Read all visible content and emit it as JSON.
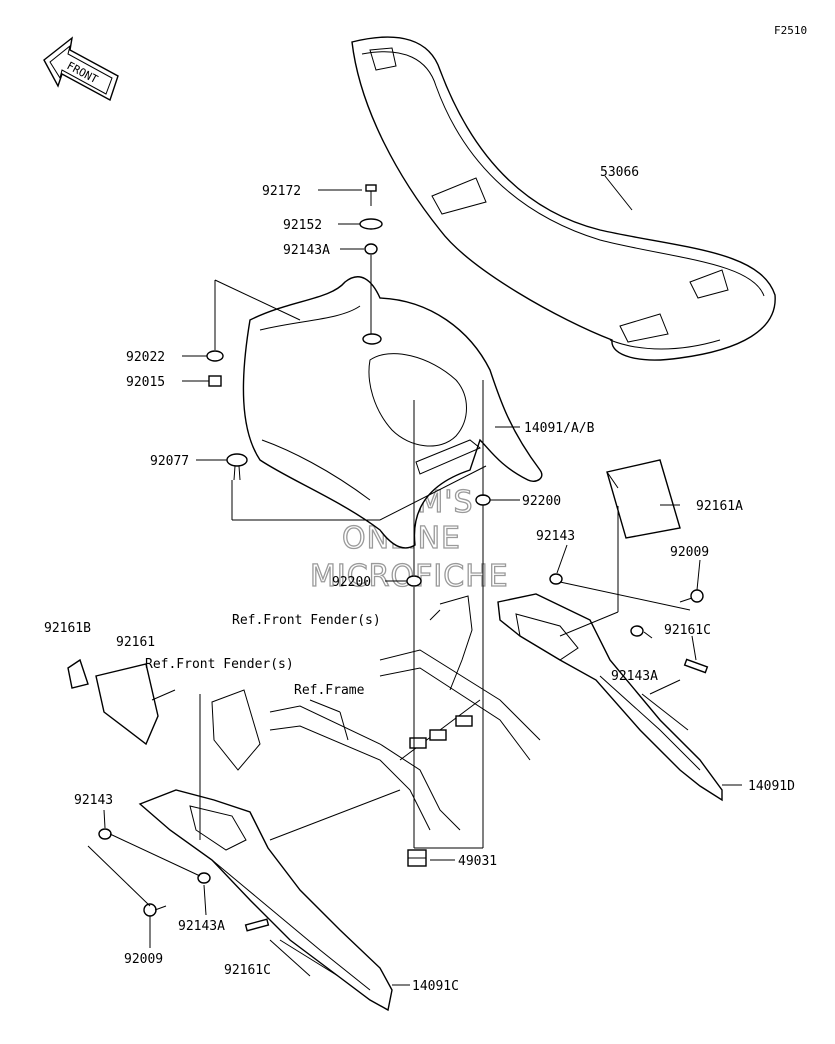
{
  "diagram_code": "F2510",
  "orientation_label": "FRONT",
  "watermark": [
    "HLSM'S",
    "ONLINE",
    "MICROFICHE"
  ],
  "parts": {
    "seat": "53066",
    "bolt_top": "92172",
    "washer_top": "92152",
    "collar_top": "92143A",
    "washer_left": "92022",
    "nut_left": "92015",
    "rear_fender": "14091/A/B",
    "rivet": "92077",
    "grommet_upper": "92200",
    "pad_right": "92161A",
    "collar_right": "92143",
    "bolt_right": "92009",
    "grommet_lower": "92200",
    "pad_right_small": "92161C",
    "collar_right_lower": "92143A",
    "side_cover_right": "14091D",
    "pad_left_small": "92161B",
    "pad_left": "92161",
    "collar_left": "92143",
    "clip": "49031",
    "collar_left_lower": "92143A",
    "bolt_left": "92009",
    "pad_left_lower": "92161C",
    "side_cover_left": "14091C"
  },
  "references": {
    "front_fender_upper": "Ref.Front Fender(s)",
    "front_fender_lower": "Ref.Front Fender(s)",
    "frame": "Ref.Frame"
  }
}
